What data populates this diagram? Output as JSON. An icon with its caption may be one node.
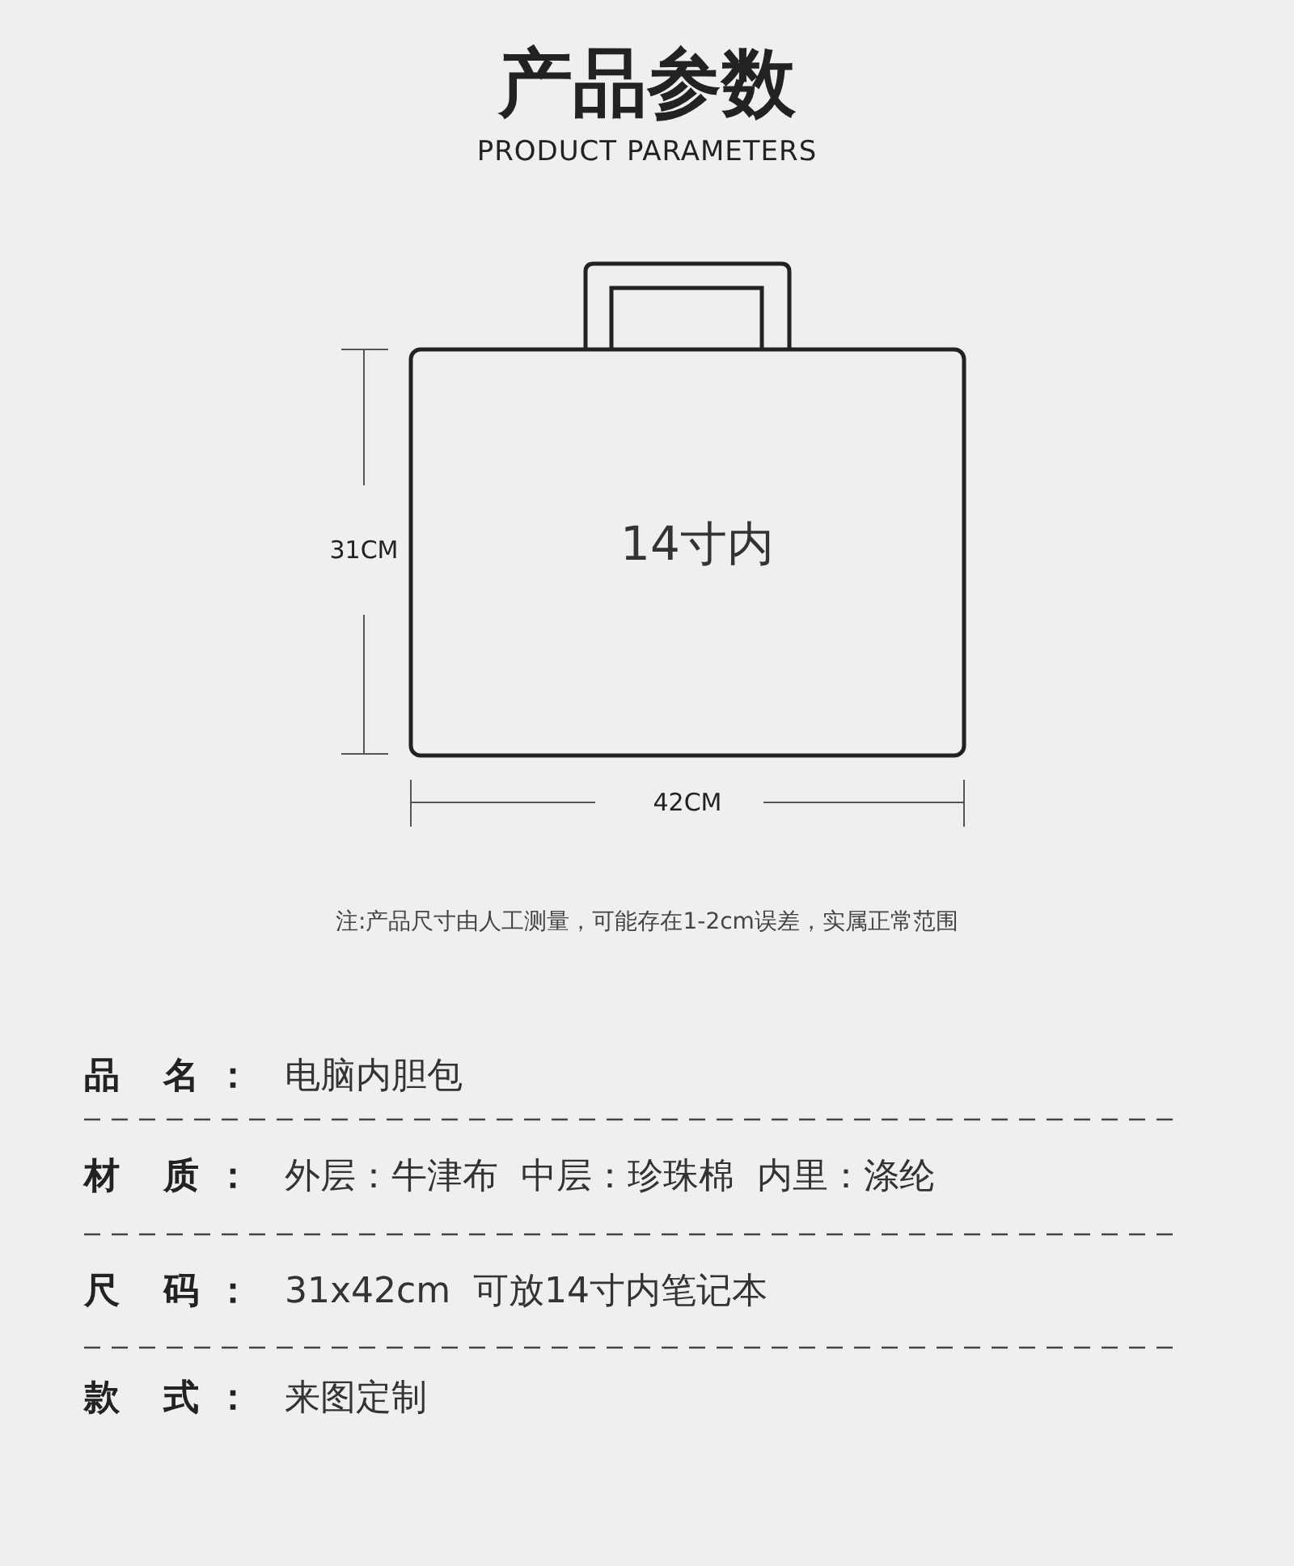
{
  "diagram": {
    "title": "产品参数",
    "nodes": [
      {
        "text": [
          "14寸内"
        ]
      }
    ],
    "edges": [],
    "labels": [
      "PRODUCT PARAMETERS",
      "31CM",
      "42CM",
      "注:产品尺寸由人工测量，可能存在1-2cm误差，实属正常范围",
      "品 名：",
      "电脑内胆包",
      "材 质：",
      "外层：牛津布  中层：珍珠棉  内里：涤纶",
      "尺 码：",
      "31x42cm  可放14寸内笔记本",
      "款 式：",
      "来图定制"
    ]
  }
}
